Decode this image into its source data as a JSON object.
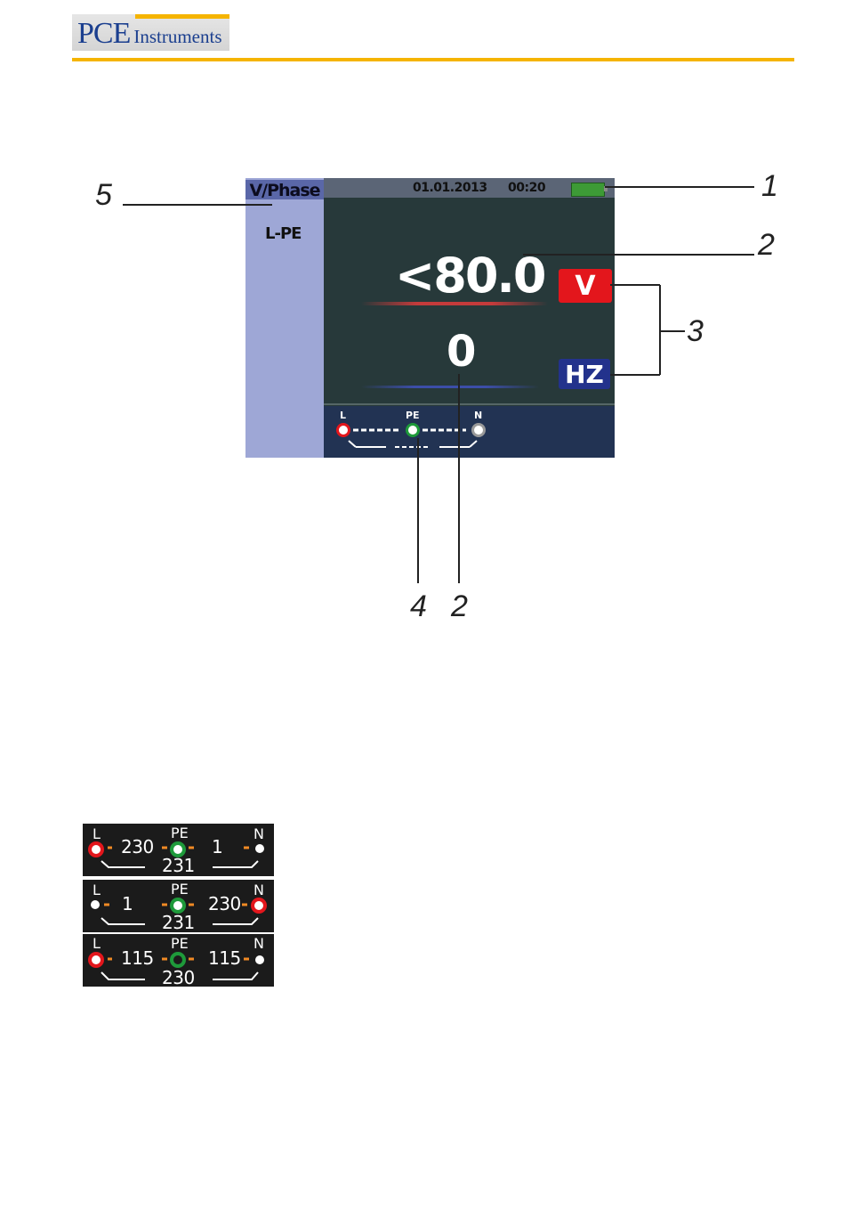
{
  "header": {
    "logo_mark": "PCE",
    "logo_word": "Instruments"
  },
  "display": {
    "mode_title": "V/Phase",
    "mode_sub": "L-PE",
    "date": "01.01.2013",
    "time": "00:20",
    "main_value": "<80.0",
    "main_unit": "V",
    "secondary_value": "0",
    "secondary_unit": "HZ",
    "terminal_labels": [
      "L",
      "PE",
      "N"
    ]
  },
  "callouts": [
    "1",
    "2",
    "3",
    "4",
    "2",
    "5"
  ],
  "panels": [
    {
      "labels": [
        "L",
        "PE",
        "N"
      ],
      "left": "230",
      "right": "1",
      "center": "231"
    },
    {
      "labels": [
        "L",
        "PE",
        "N"
      ],
      "left": "1",
      "right": "230",
      "center": "231"
    },
    {
      "labels": [
        "L",
        "PE",
        "N"
      ],
      "left": "115",
      "right": "115",
      "center": "230"
    }
  ],
  "colors": {
    "accent": "#f5b400",
    "brand": "#1b3f8f",
    "volt_badge": "#e3161c",
    "hz_badge": "#23328c",
    "ring_L": "#e3161c",
    "ring_PE": "#1e9a3a"
  }
}
